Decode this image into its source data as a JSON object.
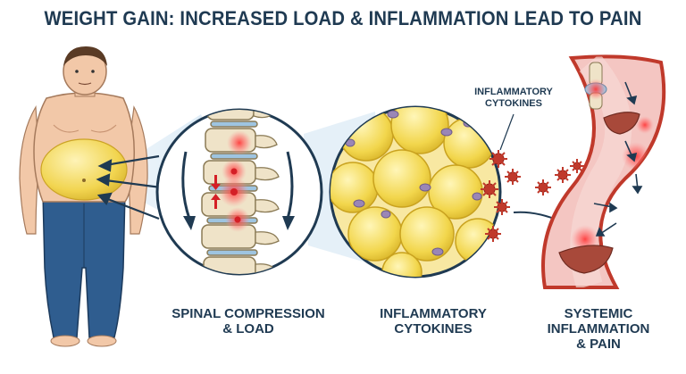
{
  "title": "WEIGHT GAIN: INCREASED LOAD & INFLAMMATION LEAD TO PAIN",
  "panels": {
    "spine": {
      "caption_line1": "SPINAL COMPRESSION",
      "caption_line2": "& LOAD"
    },
    "cytokines": {
      "caption_line1": "INFLAMMATORY",
      "caption_line2": "CYTOKINES",
      "label_line1": "INFLAMMATORY",
      "label_line2": "CYTOKINES"
    },
    "systemic": {
      "caption_line1": "SYSTEMIC",
      "caption_line2": "INFLAMMATION",
      "caption_line3": "& PAIN"
    }
  },
  "colors": {
    "title": "#1f3a52",
    "fat": "#f3dc5e",
    "jeans": "#2f5d8f",
    "skin": "#f2c8a8",
    "vessel": "#e9a7a3",
    "cytokine": "#c0392b",
    "pain": "#e8333a",
    "bone": "#efe3c8",
    "disc": "#9ec4e0"
  },
  "icons": [
    "human-figure-icon",
    "spine-icon",
    "fat-cell-icon",
    "cytokine-icon",
    "liver-icon",
    "knee-joint-icon",
    "blood-vessel-icon"
  ]
}
